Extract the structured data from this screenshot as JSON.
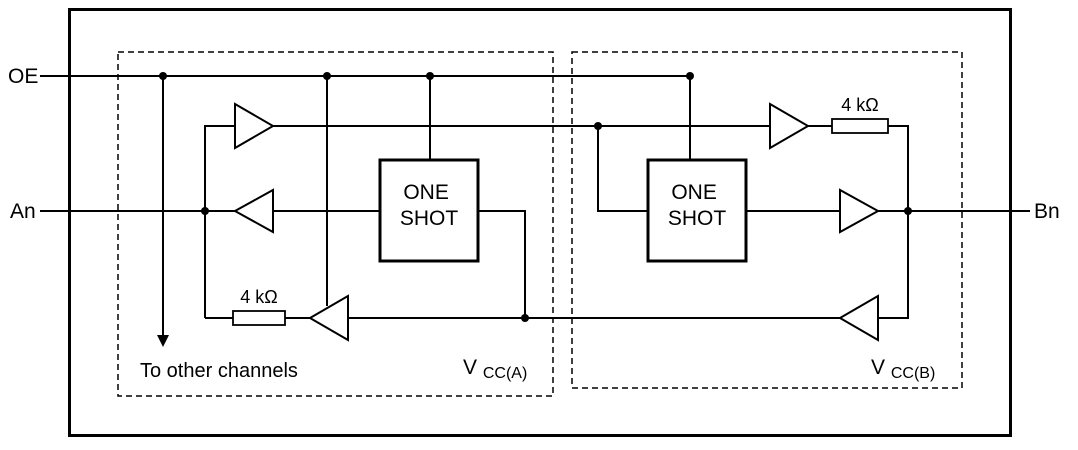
{
  "diagram": {
    "labels": {
      "oe": "OE",
      "an": "An",
      "bn": "Bn",
      "one_shot_a": {
        "line1": "ONE",
        "line2": "SHOT"
      },
      "one_shot_b": {
        "line1": "ONE",
        "line2": "SHOT"
      },
      "resistor_a": "4 kΩ",
      "resistor_b": "4 kΩ",
      "to_other_channels": "To other channels",
      "vcc_a": {
        "main": "V",
        "sub": "CC(A)"
      },
      "vcc_b": {
        "main": "V",
        "sub": "CC(B)"
      }
    },
    "colors": {
      "line": "#000000",
      "background": "#ffffff"
    }
  }
}
